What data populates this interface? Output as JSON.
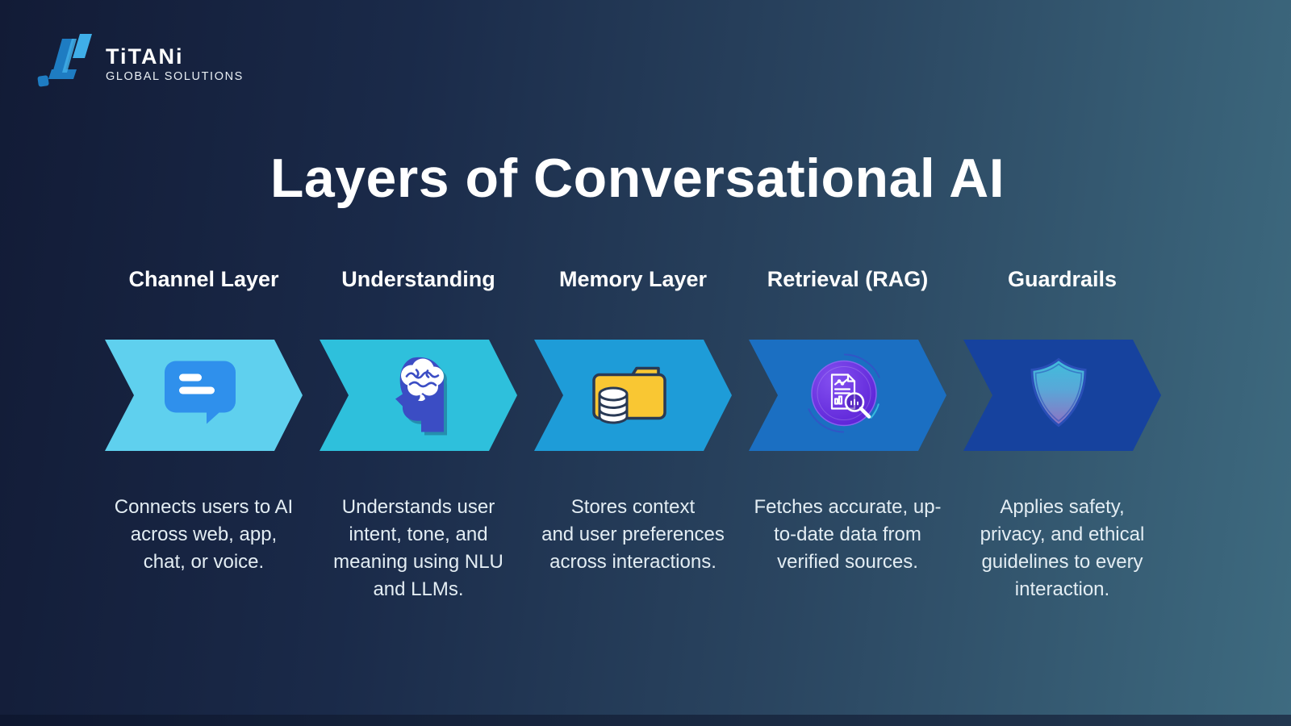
{
  "logo": {
    "brand": "TiTANi",
    "tagline": "GLOBAL SOLUTIONS"
  },
  "title": "Layers of Conversational AI",
  "colors": {
    "background_start": "#121B36",
    "background_end": "#3E6B80",
    "bottom_bar": "#0E1730",
    "logo_blue": "#1E7CC2",
    "logo_cyan": "#3FAEE8",
    "chat_bubble_blue": "#2F90EC",
    "head_blue": "#3B4DC4",
    "folder_yellow": "#F9C733",
    "retrieval_purple": "#6B32DE",
    "shield_stroke_blue": "#2A4FB8",
    "text_light": "#E3EDF3"
  },
  "layers": [
    {
      "name": "Channel Layer",
      "icon": "chat-bubble-icon",
      "color": "#5FD0EE",
      "description": "Connects users to AI\nacross web, app,\nchat, or voice."
    },
    {
      "name": "Understanding",
      "icon": "brain-head-icon",
      "color": "#2EC0DC",
      "description": "Understands user\nintent, tone, and\nmeaning using NLU\nand LLMs."
    },
    {
      "name": "Memory Layer",
      "icon": "folder-database-icon",
      "color": "#1E9CD8",
      "description": "Stores context\nand user preferences\nacross interactions."
    },
    {
      "name": "Retrieval (RAG)",
      "icon": "document-magnifier-icon",
      "color": "#1B6FC2",
      "description": "Fetches accurate, up-\nto-date data from\nverified sources."
    },
    {
      "name": "Guardrails",
      "icon": "shield-icon",
      "color": "#16429E",
      "description": "Applies safety,\nprivacy, and ethical\nguidelines to every\ninteraction."
    }
  ]
}
